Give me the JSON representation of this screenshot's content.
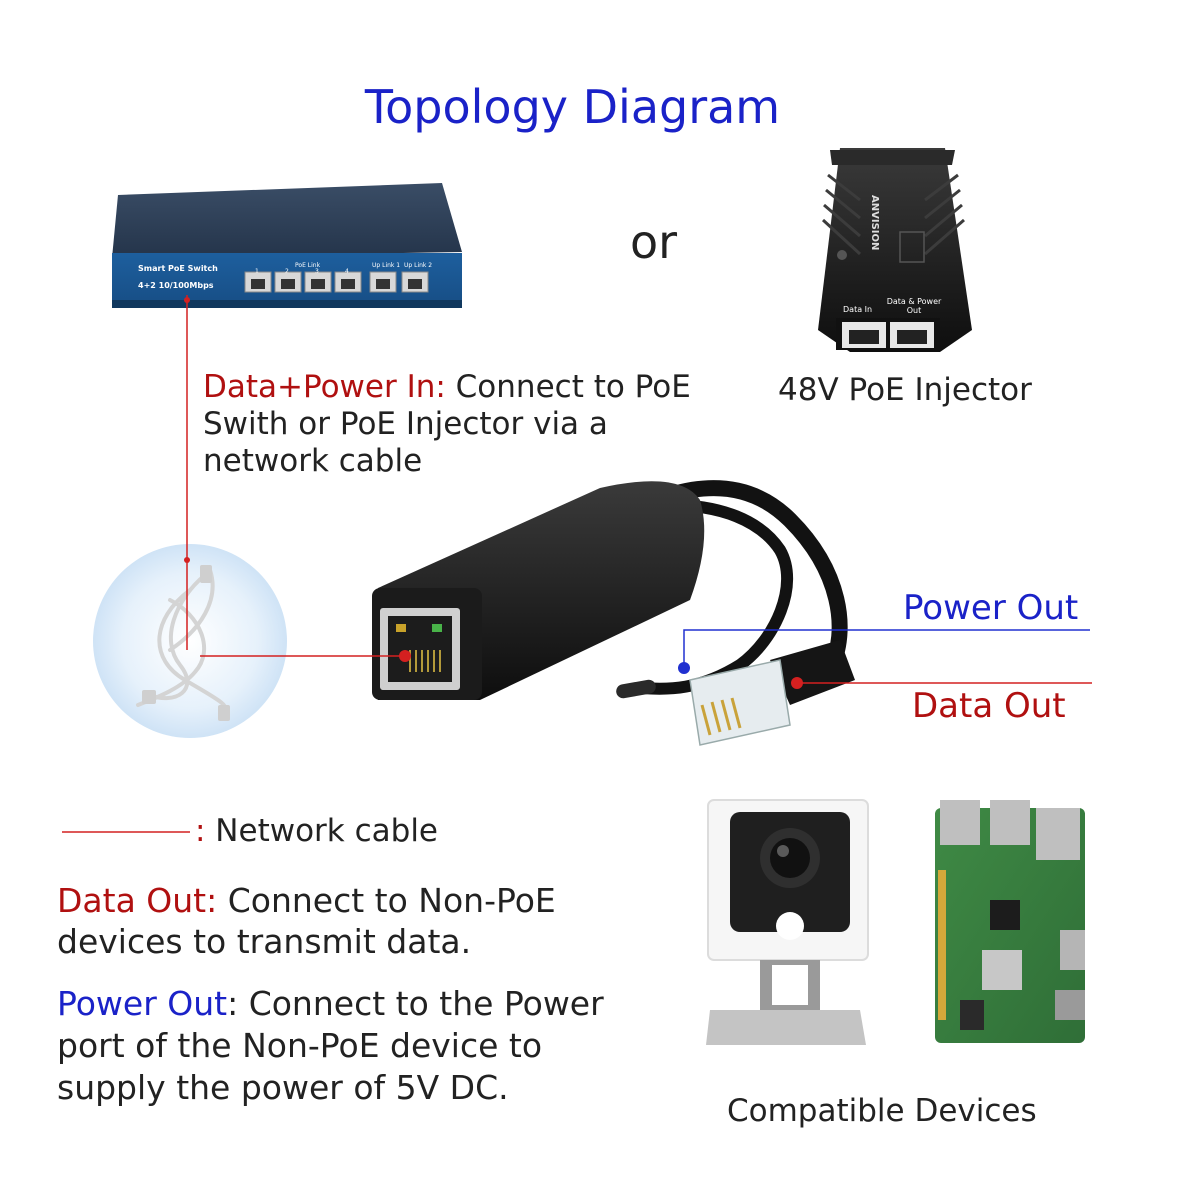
{
  "title": "Topology Diagram",
  "or_label": "or",
  "switch": {
    "label_line1": "Smart PoE Switch",
    "label_line2": "4+2 10/100Mbps",
    "group_label": "PoE Link",
    "uplink1": "Up Link 1",
    "uplink2": "Up Link 2",
    "port_numbers": [
      "1",
      "2",
      "3",
      "4"
    ]
  },
  "injector": {
    "brand": "ANVISION",
    "port_data_in": "Data In",
    "port_data_power_out": "Data & Power Out",
    "caption": "48V PoE Injector"
  },
  "data_power_in": {
    "heading": "Data+Power In:",
    "text_line1": " Connect to PoE",
    "text_line2": "Swith or PoE Injector via a",
    "text_line3": "network cable"
  },
  "callouts": {
    "power_out": "Power Out",
    "data_out": "Data Out"
  },
  "legend": {
    "network_cable_sep": ":",
    "network_cable": " Network cable"
  },
  "data_out_desc": {
    "heading": "Data Out:",
    "text_line1": " Connect to Non-PoE",
    "text_line2": "devices to transmit data."
  },
  "power_out_desc": {
    "heading": "Power Out",
    "text_line1": ": Connect to the Power",
    "text_line2": "port of the Non-PoE device to",
    "text_line3": "supply the power of 5V DC."
  },
  "compatible_devices": "Compatible Devices",
  "colors": {
    "title_blue": "#1a22c8",
    "heading_red": "#b01010",
    "line_red": "#d42020",
    "line_blue": "#2030d0"
  }
}
